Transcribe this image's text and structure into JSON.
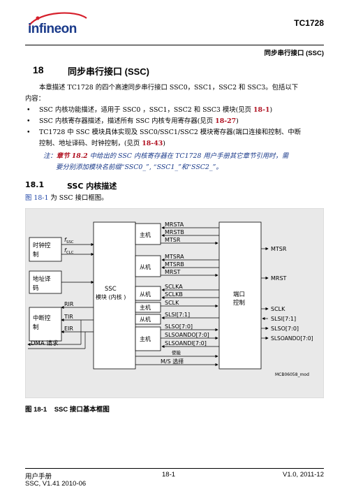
{
  "header": {
    "logo_text": "infineon",
    "product": "TC1728",
    "chapter_title": "同步串行接口 (SSC)"
  },
  "chapter": {
    "number": "18",
    "title": "同步串行接口 (SSC)",
    "intro_line1": "本章描述 TC1728 的四个高速同步串行接口 SSC0，SSC1，SSC2 和 SSC3。包括以下",
    "intro_line2": "内容：",
    "bullets": [
      {
        "text": "SSC 内核功能描述，适用于 SSC0 ，SSC1，SSC2 和 SSC3 模块(见页 ",
        "ref": "18-1",
        "tail": ")"
      },
      {
        "text": "SSC 内核寄存器描述，描述所有 SSC 内核专用寄存器(见页 ",
        "ref": "18-27",
        "tail": ")"
      },
      {
        "text": "TC1728 中 SSC 模块具体实现及 SSC0/SSC1/SSC2 模块寄存器(端口连接和控制、中断",
        "line2": "控制、地址译码、时钟控制，(见页 ",
        "ref": "18-43",
        "tail": ")"
      }
    ],
    "note_prefix": "注：",
    "note_ref": "章节 18.2",
    "note_line1": " 中给出的 SSC 内核寄存器在 TC1728 用户手册其它章节引用时，需",
    "note_line2": "要分别添加模块名前缀“SSC0_”, “SSC1_”和“SSC2_”。"
  },
  "section": {
    "number": "18.1",
    "title": "SSC 内核描述",
    "ref": "图 18-1",
    "desc": " 为 SSC 接口框图。"
  },
  "diagram": {
    "left_blocks": [
      "时钟控",
      "制",
      "地址译",
      "码",
      "中断控",
      "制"
    ],
    "clock_labels": [
      "f",
      "SSC",
      "f",
      "CLC"
    ],
    "irq_labels": [
      "RIR",
      "TIR",
      "EIR"
    ],
    "dma_label": "DMA 请求",
    "ssc_label1": "SSC",
    "ssc_label2": "模块 (内核 )",
    "master1": "主机",
    "slave1": "从机",
    "slave2": "从机",
    "master2": "主机",
    "slave3": "从机",
    "master3": "主机",
    "mid_signals": [
      "MRSTA",
      "MRSTB",
      "MTSR",
      "MTSRA",
      "MTSRB",
      "MRST",
      "SCLKA",
      "SCLKB",
      "SCLK",
      "SLSI[7:1]",
      "SLSO[7:0]",
      "SLSOANDO[7:0]",
      "SLSOANDI[7:0]"
    ],
    "enable_label": "使能",
    "ms_label": "M/S 选择",
    "port_label1": "端口",
    "port_label2": "控制",
    "out_signals": [
      "MTSR",
      "MRST",
      "SCLK",
      "SLSI[7:1]",
      "SLSO[7:0]",
      "SLSOANDO[7:0]"
    ],
    "doc_code": "MCB06058_mod"
  },
  "figure_caption": "图 18-1    SSC 接口基本框图",
  "footer": {
    "left1": "用户手册",
    "left2": "SSC, V1.41 2010-06",
    "center": "18-1",
    "right": "V1.0, 2011-12"
  }
}
